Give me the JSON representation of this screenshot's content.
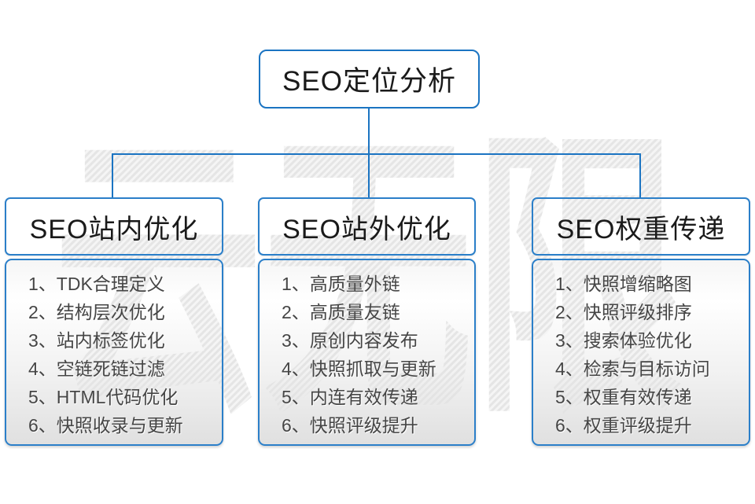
{
  "root": {
    "title": "SEO定位分析"
  },
  "columns": [
    {
      "title": "SEO站内优化",
      "items": [
        "1、TDK合理定义",
        "2、结构层次优化",
        "3、站内标签优化",
        "4、空链死链过滤",
        "5、HTML代码优化",
        "6、快照收录与更新"
      ]
    },
    {
      "title": "SEO站外优化",
      "items": [
        "1、高质量外链",
        "2、高质量友链",
        "3、原创内容发布",
        "4、快照抓取与更新",
        "5、内连有效传递",
        "6、快照评级提升"
      ]
    },
    {
      "title": "SEO权重传递",
      "items": [
        "1、快照增缩略图",
        "2、快照评级排序",
        "3、搜索体验优化",
        "4、检索与目标访问",
        "5、权重有效传递",
        "6、权重评级提升"
      ]
    }
  ],
  "watermark": {
    "text": "云无限"
  },
  "colors": {
    "connector_blue": "#1b74c2",
    "border_blue": "#2b7fc9",
    "list_text": "#454545",
    "watermark_gray": "#e2e2e2"
  }
}
